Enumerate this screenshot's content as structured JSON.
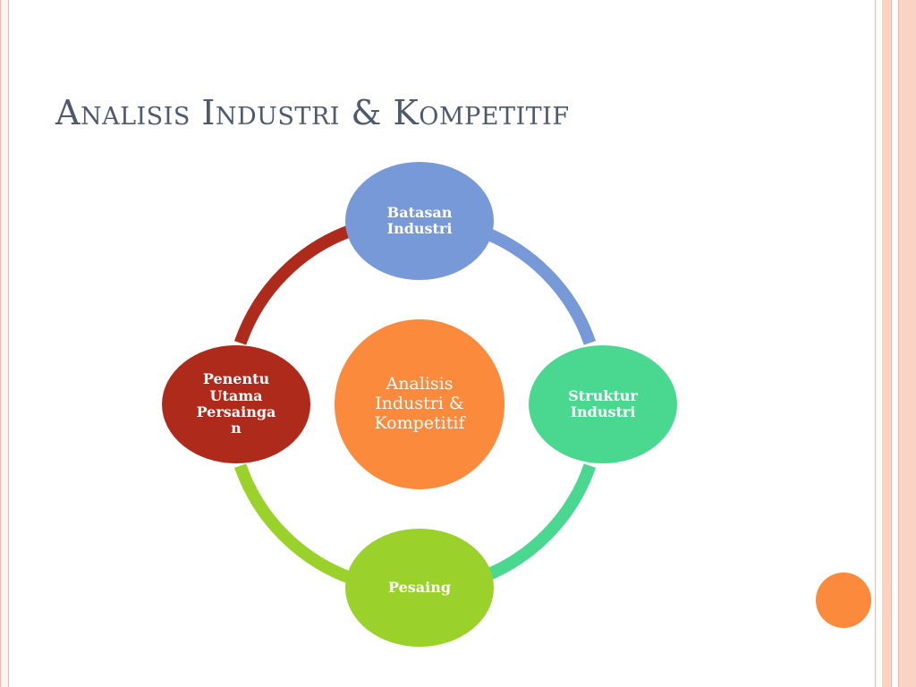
{
  "slide": {
    "title": "Analisis Industri & Kompetitif"
  },
  "diagram": {
    "center": {
      "label": "Analisis\nIndustri &\nKompetitif",
      "color": "#fb8a3c"
    },
    "nodes": [
      {
        "id": "batasan-industri",
        "label": "Batasan\nIndustri",
        "color": "#7899d8"
      },
      {
        "id": "struktur-industri",
        "label": "Struktur\nIndustri",
        "color": "#4ad890"
      },
      {
        "id": "pesaing",
        "label": "Pesaing",
        "color": "#9bd12b"
      },
      {
        "id": "penentu-utama",
        "label": "Penentu\nUtama\nPersainga\nn",
        "color": "#ae2a1a"
      }
    ],
    "arcs": [
      {
        "from": "batasan-industri",
        "to": "struktur-industri",
        "color": "#7899d8"
      },
      {
        "from": "struktur-industri",
        "to": "pesaing",
        "color": "#4ad890"
      },
      {
        "from": "pesaing",
        "to": "penentu-utama",
        "color": "#9bd12b"
      },
      {
        "from": "penentu-utama",
        "to": "batasan-industri",
        "color": "#ae2a1a"
      }
    ]
  },
  "theme": {
    "frame_color": "#fbd3c4",
    "accent_dot_color": "#fb8a3c",
    "title_color": "#4d5a6e"
  }
}
